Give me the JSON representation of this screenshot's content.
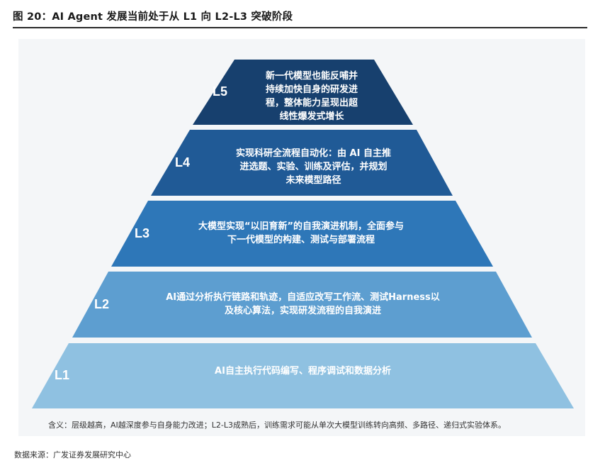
{
  "figure_title": "图 20：AI Agent 发展当前处于从 L1 向 L2-L3 突破阶段",
  "tiers": [
    {
      "level": "L5",
      "lines": [
        "新一代模型也能反哺并",
        "持续加快自身的研发进",
        "程，整体能力呈现出超",
        "线性爆发式增长"
      ],
      "color": "#17406e"
    },
    {
      "level": "L4",
      "lines": [
        "实现科研全流程自动化：由 AI 自主推",
        "进选题、实验、训练及评估，并规划",
        "未来模型路径"
      ],
      "color": "#205a96"
    },
    {
      "level": "L3",
      "lines": [
        "大模型实现“以旧育新”的自我演进机制，全面参与",
        "下一代模型的构建、测试与部署流程"
      ],
      "color": "#2e77b8"
    },
    {
      "level": "L2",
      "lines": [
        "AI通过分析执行链路和轨迹，自适应改写工作流、测试Harness以",
        "及核心算法，实现研发流程的自我演进"
      ],
      "color": "#5d9ed0"
    },
    {
      "level": "L1",
      "lines": [
        "AI自主执行代码编写、程序调试和数据分析"
      ],
      "color": "#8fc1e1"
    }
  ],
  "meaning_note": "含义：层级越高，AI越深度参与自身能力改进；L2-L3成熟后，训练需求可能从单次大模型训练转向高频、多路径、递归式实验体系。",
  "source_note": "数据来源：广发证券发展研究中心"
}
